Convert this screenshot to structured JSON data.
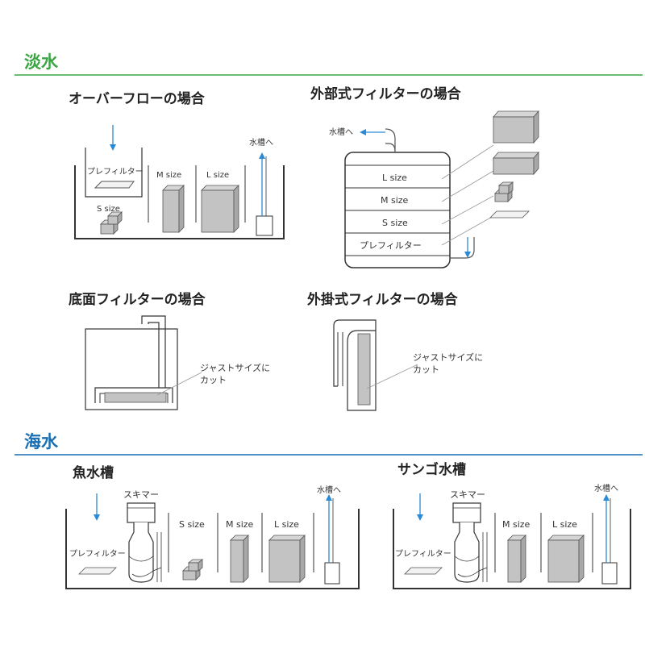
{
  "colors": {
    "freshwater_accent": "#3aa543",
    "seawater_accent": "#1a6fb3",
    "arrow_blue": "#2b8ad6",
    "media_fill": "#c3c3c3",
    "media_stroke": "#555555"
  },
  "freshwater": {
    "title": "淡水",
    "overflow": {
      "title": "オーバーフローの場合",
      "prefilter": "プレフィルター",
      "s_size": "S size",
      "m_size": "M size",
      "l_size": "L size",
      "to_tank": "水槽へ"
    },
    "external": {
      "title": "外部式フィルターの場合",
      "to_tank": "水槽へ",
      "layers": [
        "L size",
        "M size",
        "S size",
        "プレフィルター"
      ]
    },
    "bottom": {
      "title": "底面フィルターの場合",
      "note_line1": "ジャストサイズに",
      "note_line2": "カット"
    },
    "hangon": {
      "title": "外掛式フィルターの場合",
      "note_line1": "ジャストサイズに",
      "note_line2": "カット"
    }
  },
  "seawater": {
    "title": "海水",
    "fish": {
      "title": "魚水槽",
      "skimmer": "スキマー",
      "prefilter": "プレフィルター",
      "s_size": "S size",
      "m_size": "M size",
      "l_size": "L size",
      "to_tank": "水槽へ"
    },
    "coral": {
      "title": "サンゴ水槽",
      "skimmer": "スキマー",
      "prefilter": "プレフィルター",
      "m_size": "M size",
      "l_size": "L size",
      "to_tank": "水槽へ"
    }
  }
}
